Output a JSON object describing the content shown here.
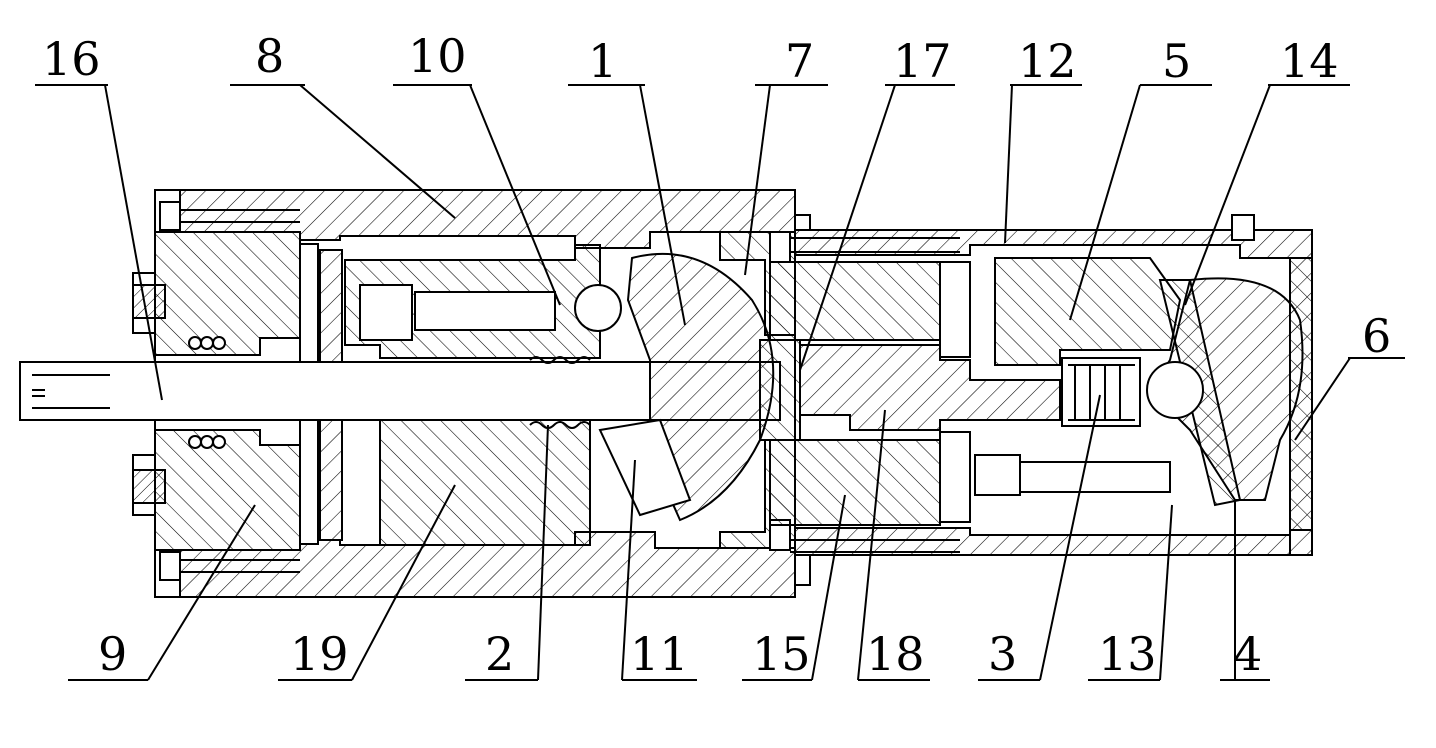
{
  "figure": {
    "labels_top": [
      {
        "id": "l16",
        "text": "16"
      },
      {
        "id": "l8",
        "text": "8"
      },
      {
        "id": "l10",
        "text": "10"
      },
      {
        "id": "l1",
        "text": "1"
      },
      {
        "id": "l7",
        "text": "7"
      },
      {
        "id": "l17",
        "text": "17"
      },
      {
        "id": "l12",
        "text": "12"
      },
      {
        "id": "l5",
        "text": "5"
      },
      {
        "id": "l14",
        "text": "14"
      }
    ],
    "labels_side": [
      {
        "id": "l6",
        "text": "6"
      }
    ],
    "labels_bottom": [
      {
        "id": "l9",
        "text": "9"
      },
      {
        "id": "l19",
        "text": "19"
      },
      {
        "id": "l2",
        "text": "2"
      },
      {
        "id": "l11",
        "text": "11"
      },
      {
        "id": "l15",
        "text": "15"
      },
      {
        "id": "l18",
        "text": "18"
      },
      {
        "id": "l3",
        "text": "3"
      },
      {
        "id": "l13",
        "text": "13"
      },
      {
        "id": "l4",
        "text": "4"
      }
    ]
  }
}
